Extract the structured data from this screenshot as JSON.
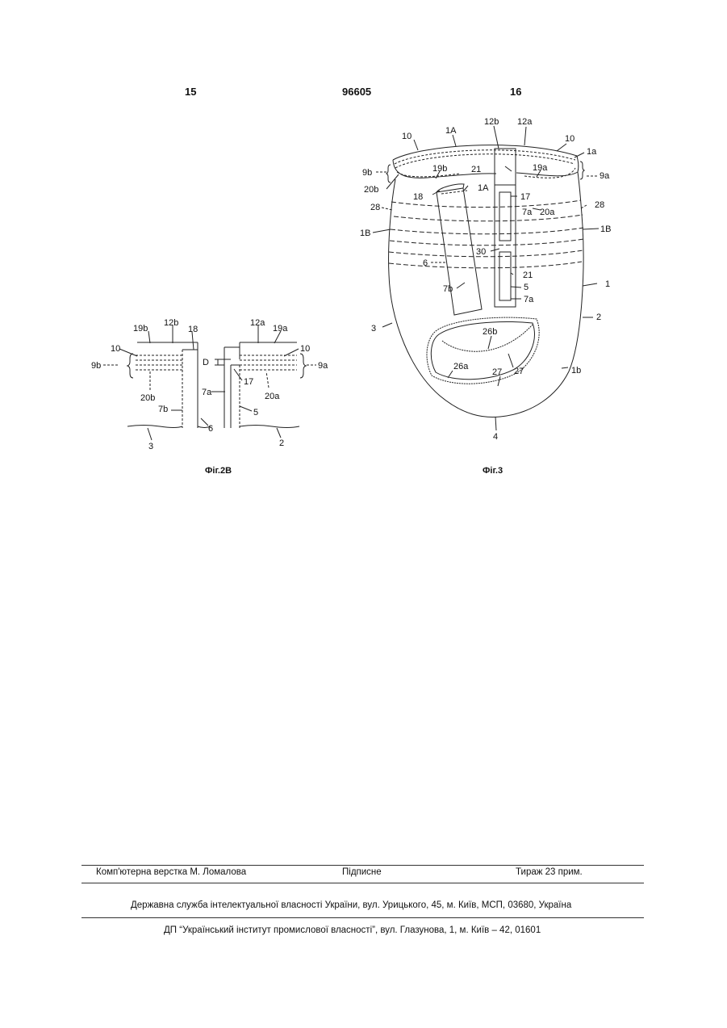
{
  "header": {
    "page_left": "15",
    "doc_number": "96605",
    "page_right": "16"
  },
  "fig2b": {
    "caption": "Фіг.2В",
    "labels": {
      "l19b": "19b",
      "l12b": "12b",
      "l18": "18",
      "l12a": "12a",
      "l19a": "19a",
      "l10_left": "10",
      "l10_right": "10",
      "l9b": "9b",
      "l9a": "9a",
      "lD": "D",
      "l17": "17",
      "l7a": "7a",
      "l20a": "20a",
      "l20b": "20b",
      "l7b": "7b",
      "l5": "5",
      "l6": "6",
      "l3": "3",
      "l2": "2"
    }
  },
  "fig3": {
    "caption": "Фіг.3",
    "labels": {
      "l12b": "12b",
      "l12a": "12a",
      "l10_left": "10",
      "l1A_top": "1A",
      "l10_right": "10",
      "l1a": "1a",
      "l9b": "9b",
      "l19b": "19b",
      "l21_top": "21",
      "l19a": "19a",
      "l9a": "9a",
      "l20b": "20b",
      "l1A_mid": "1A",
      "l18": "18",
      "l17": "17",
      "l28_left": "28",
      "l7a_top": "7a",
      "l20a": "20a",
      "l28_right": "28",
      "l1B_left": "1B",
      "l1B_right": "1B",
      "l30": "30",
      "l6": "6",
      "l21_bot": "21",
      "l1": "1",
      "l7b": "7b",
      "l5": "5",
      "l7a_bot": "7a",
      "l3": "3",
      "l2": "2",
      "l26b": "26b",
      "l26a": "26a",
      "l27_a": "27",
      "l27_b": "27",
      "l1b": "1b",
      "l4": "4"
    }
  },
  "footer": {
    "typesetting": "Комп'ютерна верстка М. Ломалова",
    "signed": "Підписне",
    "circulation": "Тираж 23 прим.",
    "agency": "Державна служба інтелектуальної власності України, вул. Урицького, 45, м. Київ, МСП, 03680, Україна",
    "institute": "ДП “Український інститут промислової власності”, вул. Глазунова, 1, м. Київ – 42, 01601"
  }
}
